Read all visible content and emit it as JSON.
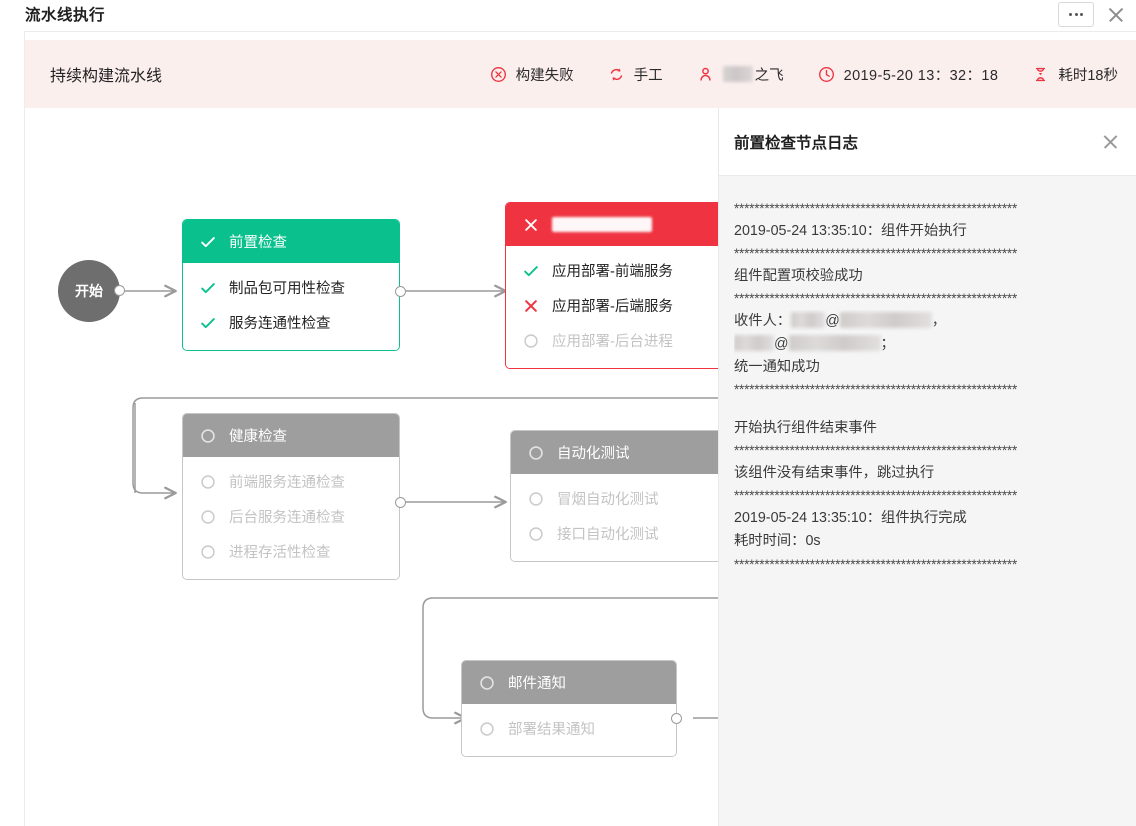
{
  "window": {
    "title": "流水线执行",
    "more_label": "•••",
    "close_label": "×"
  },
  "banner": {
    "pipeline_name": "持续构建流水线",
    "meta": [
      {
        "icon": "circle-x-icon",
        "text": "构建失败"
      },
      {
        "icon": "refresh-icon",
        "text": "手工"
      },
      {
        "icon": "user-icon",
        "text": "之飞",
        "redacted": true
      },
      {
        "icon": "clock-icon",
        "text": "2019-5-20 13：32：18"
      },
      {
        "icon": "hourglass-icon",
        "text": "耗时18秒"
      }
    ]
  },
  "canvas": {
    "start_node": {
      "label": "开始"
    },
    "nodes": [
      {
        "id": "precheck",
        "status": "green",
        "header": {
          "mark": "check-icon",
          "label": "前置检查",
          "redacted": false
        },
        "items": [
          {
            "mark": "check-icon",
            "label": "制品包可用性检查",
            "state": "ok"
          },
          {
            "mark": "check-icon",
            "label": "服务连通性检查",
            "state": "ok"
          }
        ]
      },
      {
        "id": "deploy",
        "status": "red",
        "header": {
          "mark": "cross-icon",
          "label": "",
          "redacted": true
        },
        "items": [
          {
            "mark": "check-icon",
            "label": "应用部署-前端服务",
            "state": "ok"
          },
          {
            "mark": "cross-icon",
            "label": "应用部署-后端服务",
            "state": "fail"
          },
          {
            "mark": "circle-icon",
            "label": "应用部署-后台进程",
            "state": "pending"
          }
        ]
      },
      {
        "id": "health",
        "status": "gray",
        "header": {
          "mark": "circle-icon",
          "label": "健康检查",
          "redacted": false
        },
        "items": [
          {
            "mark": "circle-icon",
            "label": "前端服务连通检查",
            "state": "pending"
          },
          {
            "mark": "circle-icon",
            "label": "后台服务连通检查",
            "state": "pending"
          },
          {
            "mark": "circle-icon",
            "label": "进程存活性检查",
            "state": "pending"
          }
        ]
      },
      {
        "id": "autotest",
        "status": "gray",
        "header": {
          "mark": "circle-icon",
          "label": "自动化测试",
          "redacted": false
        },
        "items": [
          {
            "mark": "circle-icon",
            "label": "冒烟自动化测试",
            "state": "pending"
          },
          {
            "mark": "circle-icon",
            "label": "接口自动化测试",
            "state": "pending"
          }
        ]
      },
      {
        "id": "mail",
        "status": "gray",
        "header": {
          "mark": "circle-icon",
          "label": "邮件通知",
          "redacted": false
        },
        "items": [
          {
            "mark": "circle-icon",
            "label": "部署结果通知",
            "state": "pending"
          }
        ]
      }
    ]
  },
  "log_panel": {
    "title": "前置检查节点日志",
    "close_label": "×",
    "separator": "********************************************************",
    "lines": [
      {
        "type": "sep"
      },
      {
        "type": "text",
        "text": "2019-05-24 13:35:10：组件开始执行"
      },
      {
        "type": "sep"
      },
      {
        "type": "text",
        "text": "组件配置项校验成功"
      },
      {
        "type": "sep"
      },
      {
        "type": "mail",
        "prefix": "收件人：",
        "redact_w1": 34,
        "at1": "@",
        "redact_w2": 92,
        "tail1": "，"
      },
      {
        "type": "mail2",
        "redact_w1": 40,
        "at1": "@",
        "redact_w2": 92,
        "tail1": "；"
      },
      {
        "type": "text",
        "text": "统一通知成功"
      },
      {
        "type": "sep"
      },
      {
        "type": "blank"
      },
      {
        "type": "text",
        "text": "开始执行组件结束事件"
      },
      {
        "type": "sep"
      },
      {
        "type": "text",
        "text": "该组件没有结束事件，跳过执行"
      },
      {
        "type": "sep"
      },
      {
        "type": "text",
        "text": "2019-05-24 13:35:10：组件执行完成"
      },
      {
        "type": "text",
        "text": "耗时时间：0s"
      },
      {
        "type": "sep"
      }
    ]
  },
  "colors": {
    "accent_red": "#ef3340",
    "accent_green": "#0ac18e",
    "banner_bg": "#fbefee",
    "gray_node": "#9e9e9e",
    "log_bg": "#f5f5f5"
  }
}
